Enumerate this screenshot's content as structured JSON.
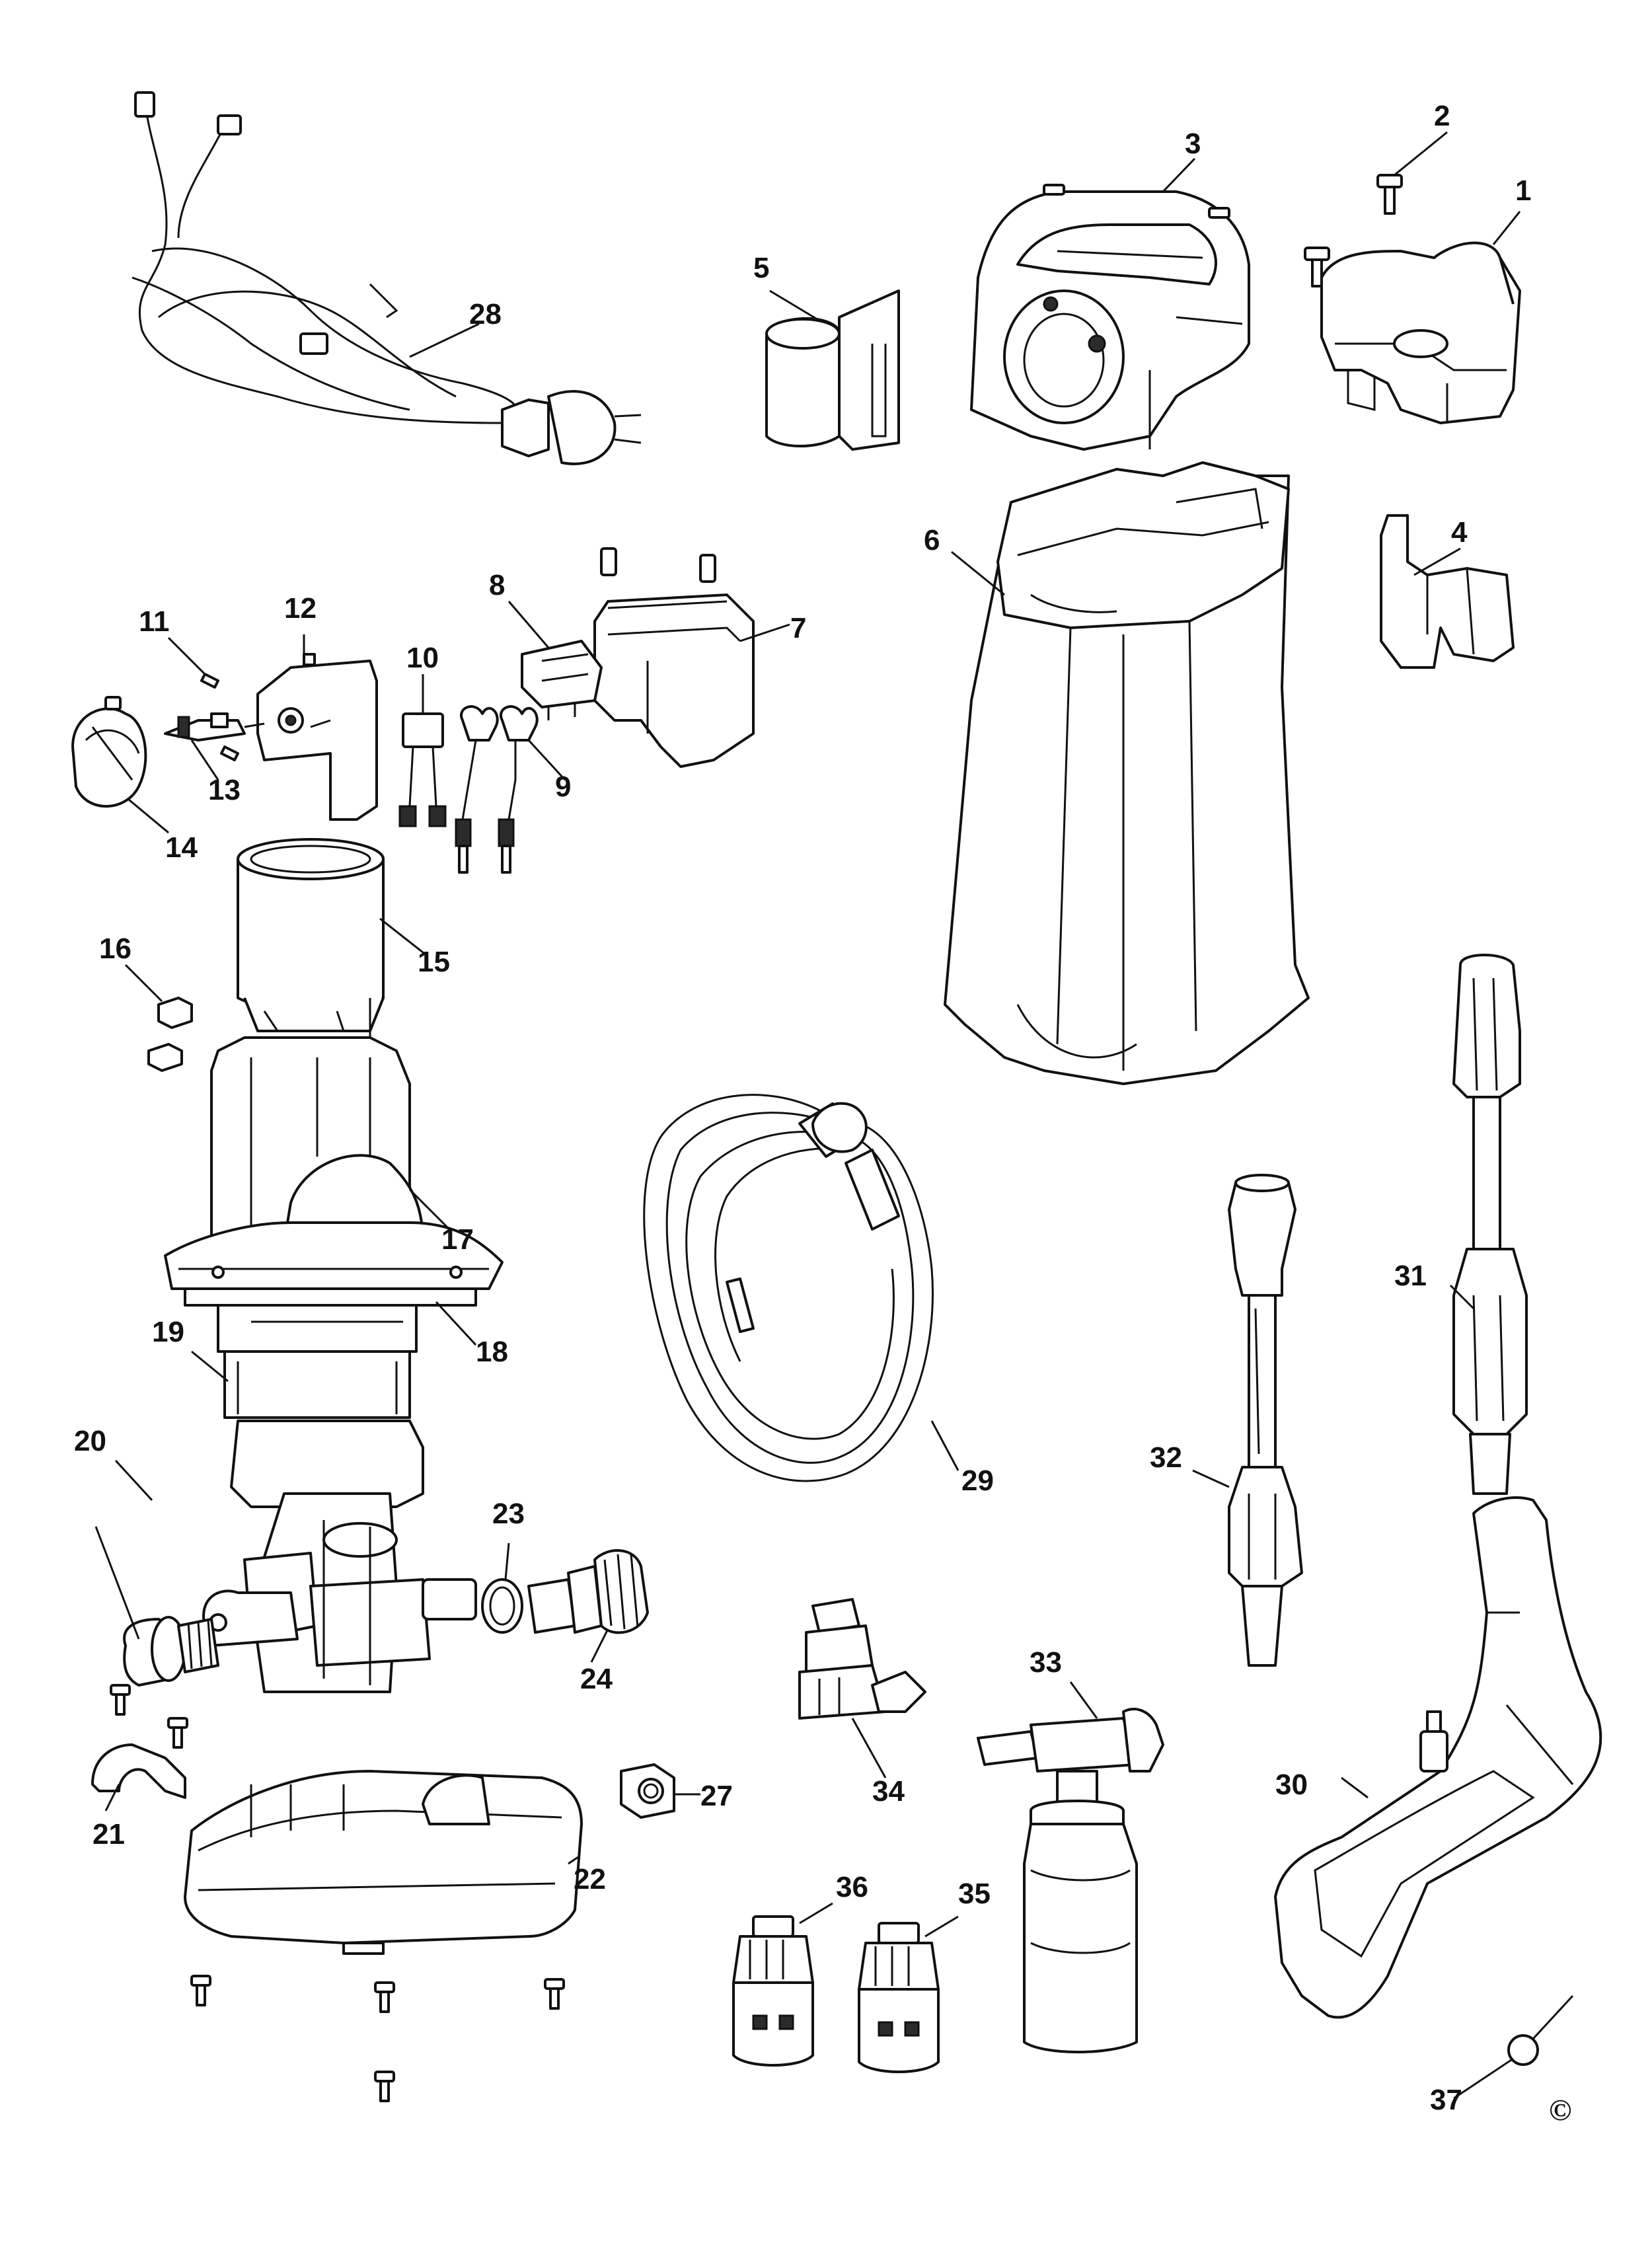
{
  "parts": [
    {
      "id": "part-1",
      "label": "1"
    },
    {
      "id": "part-2",
      "label": "2"
    },
    {
      "id": "part-3",
      "label": "3"
    },
    {
      "id": "part-4",
      "label": "4"
    },
    {
      "id": "part-5",
      "label": "5"
    },
    {
      "id": "part-6",
      "label": "6"
    },
    {
      "id": "part-7",
      "label": "7"
    },
    {
      "id": "part-8",
      "label": "8"
    },
    {
      "id": "part-9",
      "label": "9"
    },
    {
      "id": "part-10",
      "label": "10"
    },
    {
      "id": "part-11",
      "label": "11"
    },
    {
      "id": "part-12",
      "label": "12"
    },
    {
      "id": "part-13",
      "label": "13"
    },
    {
      "id": "part-14",
      "label": "14"
    },
    {
      "id": "part-15",
      "label": "15"
    },
    {
      "id": "part-16",
      "label": "16"
    },
    {
      "id": "part-17",
      "label": "17"
    },
    {
      "id": "part-18",
      "label": "18"
    },
    {
      "id": "part-19",
      "label": "19"
    },
    {
      "id": "part-20",
      "label": "20"
    },
    {
      "id": "part-21",
      "label": "21"
    },
    {
      "id": "part-22",
      "label": "22"
    },
    {
      "id": "part-23",
      "label": "23"
    },
    {
      "id": "part-24",
      "label": "24"
    },
    {
      "id": "part-27",
      "label": "27"
    },
    {
      "id": "part-28",
      "label": "28"
    },
    {
      "id": "part-29",
      "label": "29"
    },
    {
      "id": "part-30",
      "label": "30"
    },
    {
      "id": "part-31",
      "label": "31"
    },
    {
      "id": "part-32",
      "label": "32"
    },
    {
      "id": "part-33",
      "label": "33"
    },
    {
      "id": "part-34",
      "label": "34"
    },
    {
      "id": "part-35",
      "label": "35"
    },
    {
      "id": "part-36",
      "label": "36"
    },
    {
      "id": "part-37",
      "label": "37"
    }
  ],
  "copyright_mark": "©"
}
